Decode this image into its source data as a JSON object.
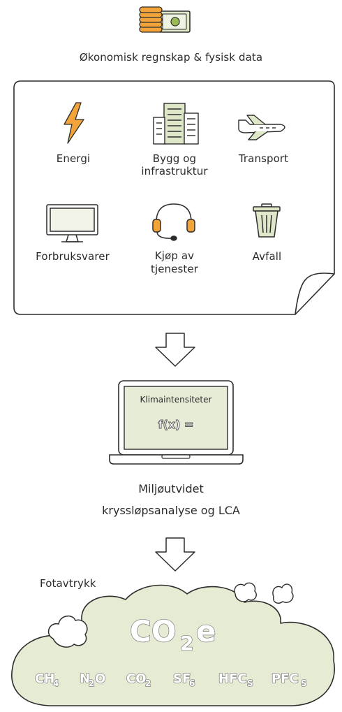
{
  "header": {
    "title": "Økonomisk regnskap & fysisk data",
    "icon": "money-stack-icon"
  },
  "categories": [
    {
      "label": "Energi",
      "icon": "lightning-icon"
    },
    {
      "label": "Bygg og\ninfrastruktur",
      "icon": "building-icon"
    },
    {
      "label": "Transport",
      "icon": "airplane-icon"
    },
    {
      "label": "Forbruksvarer",
      "icon": "monitor-icon"
    },
    {
      "label": "Kjøp av\ntjenester",
      "icon": "headset-icon"
    },
    {
      "label": "Avfall",
      "icon": "trash-can-icon"
    }
  ],
  "laptop": {
    "screen_title": "Klimaintensiteter",
    "formula": "f(x) ="
  },
  "analysis": {
    "line1": "Miljøutvidet",
    "line2": "kryssløpsanalyse og LCA"
  },
  "footprint": {
    "label": "Fotavtrykk",
    "main_gas": {
      "base": "CO",
      "sub": "2",
      "tail": "e"
    },
    "gases": [
      {
        "base": "CH",
        "sub": "4",
        "tail": ""
      },
      {
        "base": "N",
        "sub": "2",
        "tail": "O"
      },
      {
        "base": "CO",
        "sub": "2",
        "tail": ""
      },
      {
        "base": "SF",
        "sub": "6",
        "tail": ""
      },
      {
        "base": "HFC",
        "sub": "S",
        "tail": ""
      },
      {
        "base": "PFC",
        "sub": "S",
        "tail": ""
      }
    ]
  },
  "colors": {
    "stroke": "#2d2d2d",
    "accent_orange": "#f2a33a",
    "screen_green": "#e7ecd7",
    "cloud_green": "#e6ebd3"
  }
}
